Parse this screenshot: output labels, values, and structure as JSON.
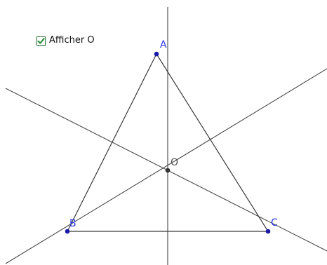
{
  "toggle": {
    "label": "Afficher O",
    "checked": true,
    "check_color": "#1f8a2d"
  },
  "points": {
    "A": {
      "label": "A",
      "color": "#1a1aa8",
      "label_color": "#2a35e0"
    },
    "B": {
      "label": "B",
      "color": "#1a1aa8",
      "label_color": "#2a35e0"
    },
    "C": {
      "label": "C",
      "color": "#1a1aa8",
      "label_color": "#2a35e0"
    },
    "O": {
      "label": "O",
      "color": "#333333",
      "label_color": "#555555"
    }
  },
  "colors": {
    "line": "#4a4a4a",
    "segment": "#3a3a3a",
    "background": "#ffffff"
  }
}
